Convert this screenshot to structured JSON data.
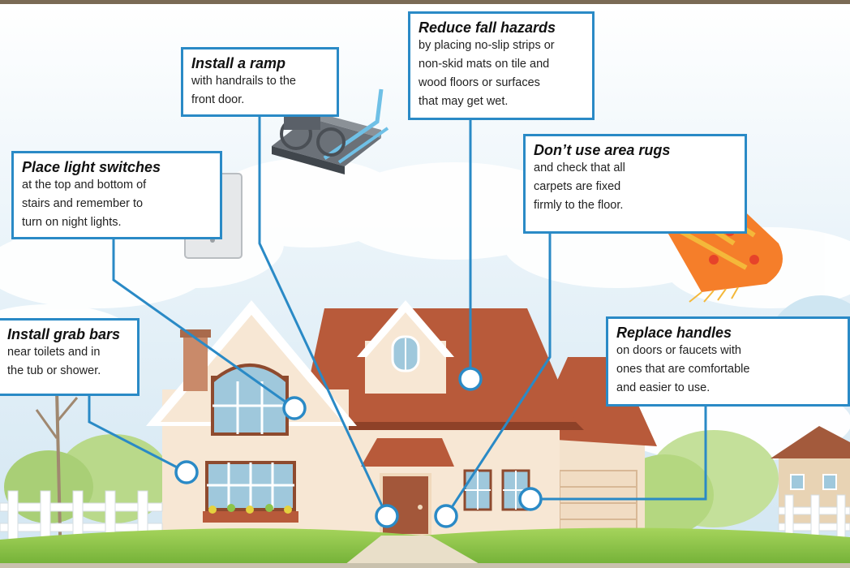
{
  "callouts": {
    "ramp": {
      "title": "Install a ramp",
      "lines": [
        "with handrails to the",
        "front door."
      ]
    },
    "fall": {
      "title": "Reduce fall hazards",
      "lines": [
        "by placing no-slip strips or",
        "non-skid mats on tile and",
        "wood floors or surfaces",
        "that may get wet."
      ]
    },
    "light": {
      "title": "Place light switches",
      "lines": [
        "at the top and bottom of",
        "stairs and remember to",
        "turn on night lights."
      ]
    },
    "rugs": {
      "title": "Don’t use area rugs",
      "lines": [
        "and check that all",
        "carpets are fixed",
        "firmly to the floor."
      ]
    },
    "grab": {
      "title": "Install grab bars",
      "lines": [
        "near toilets and in",
        "the tub or shower."
      ]
    },
    "handles": {
      "title": "Replace handles",
      "lines": [
        "on doors or faucets with",
        "ones that are comfortable",
        "and easier to use."
      ]
    }
  },
  "colors": {
    "accent": "#2a8ac6",
    "roof": "#b85a3a",
    "wall": "#f6e6d2",
    "grass": "#8cc44a",
    "sky": "#dcecf6"
  },
  "icons": [
    "wheelchair-ramp-icon",
    "light-switch-icon",
    "rolled-rug-icon",
    "faucet-icon"
  ]
}
